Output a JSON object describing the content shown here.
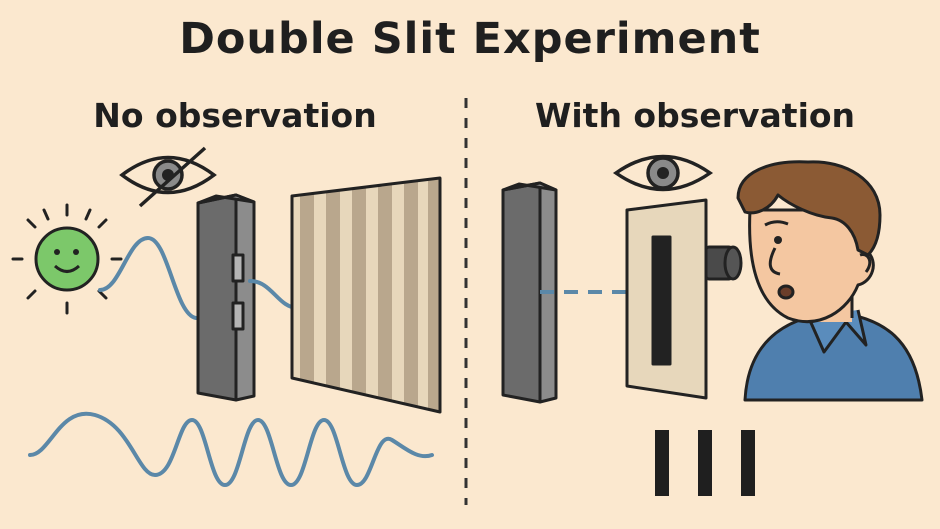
{
  "title": "Double Slit Experiment",
  "panels": {
    "left": {
      "label": "No observation",
      "icon": "crossed-eye-icon"
    },
    "right": {
      "label": "With observation",
      "icon": "eye-icon"
    }
  },
  "colors": {
    "background": "#fbe8cf",
    "wave": "#5b88a8",
    "barrier": "#6b6b6b",
    "sun": "#7cc86a",
    "shirt": "#4f7fae",
    "hair": "#8b5a34",
    "skin": "#f4c7a1"
  }
}
